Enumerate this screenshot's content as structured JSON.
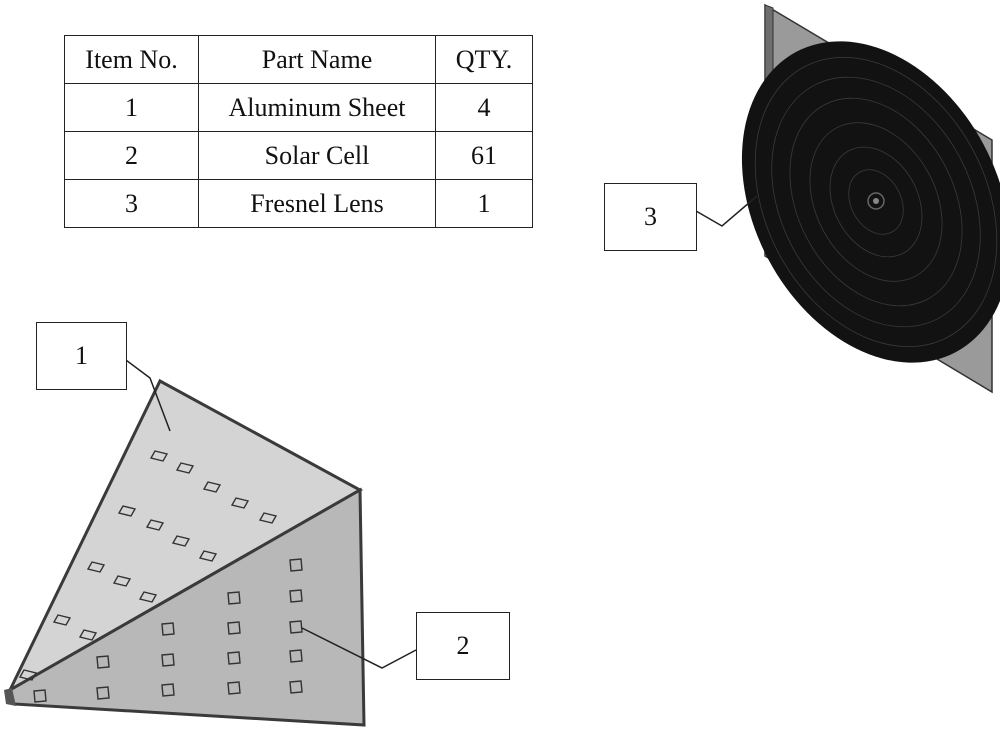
{
  "table": {
    "headers": [
      "Item No.",
      "Part Name",
      "QTY."
    ],
    "rows": [
      [
        "1",
        "Aluminum Sheet",
        "4"
      ],
      [
        "2",
        "Solar Cell",
        "61"
      ],
      [
        "3",
        "Fresnel Lens",
        "1"
      ]
    ]
  },
  "callouts": {
    "label_1": "1",
    "label_2": "2",
    "label_3": "3"
  },
  "colors": {
    "lens": "#111111",
    "plate": "#9a9a9a",
    "sheet_light": "#d6d6d6",
    "sheet_dark": "#b8b8b8",
    "edge": "#3a3a3a"
  }
}
